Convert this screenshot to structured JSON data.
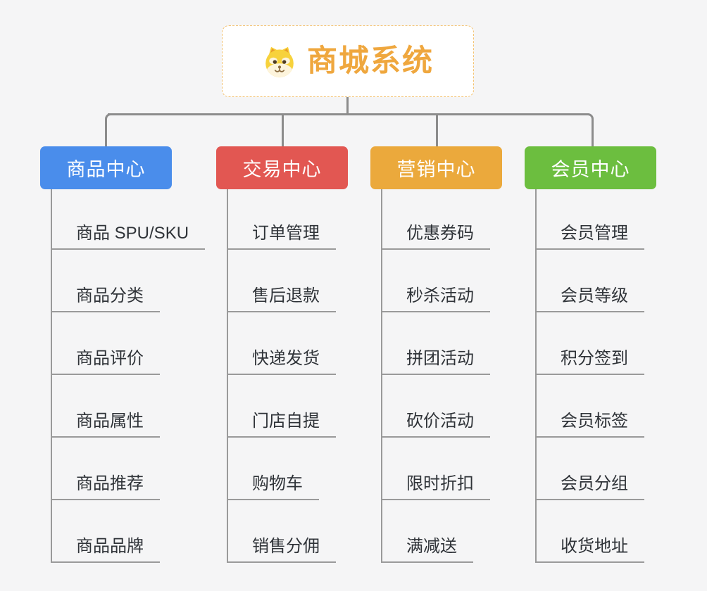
{
  "root": {
    "title": "商城系统",
    "icon": "dog-face-icon"
  },
  "branches": [
    {
      "label": "商品中心",
      "color": "#4A8DEB",
      "children": [
        "商品 SPU/SKU",
        "商品分类",
        "商品评价",
        "商品属性",
        "商品推荐",
        "商品品牌"
      ]
    },
    {
      "label": "交易中心",
      "color": "#E25752",
      "children": [
        "订单管理",
        "售后退款",
        "快递发货",
        "门店自提",
        "购物车",
        "销售分佣"
      ]
    },
    {
      "label": "营销中心",
      "color": "#EBA93C",
      "children": [
        "优惠券码",
        "秒杀活动",
        "拼团活动",
        "砍价活动",
        "限时折扣",
        "满减送"
      ]
    },
    {
      "label": "会员中心",
      "color": "#6CBE3F",
      "children": [
        "会员管理",
        "会员等级",
        "积分签到",
        "会员标签",
        "会员分组",
        "收货地址"
      ]
    }
  ],
  "palette": {
    "background": "#F5F5F6",
    "connector": "#8C8C8C",
    "child_line": "#9A9A9A",
    "child_text": "#2F3338",
    "root_text": "#EFA73E",
    "root_border": "#F3C271"
  }
}
